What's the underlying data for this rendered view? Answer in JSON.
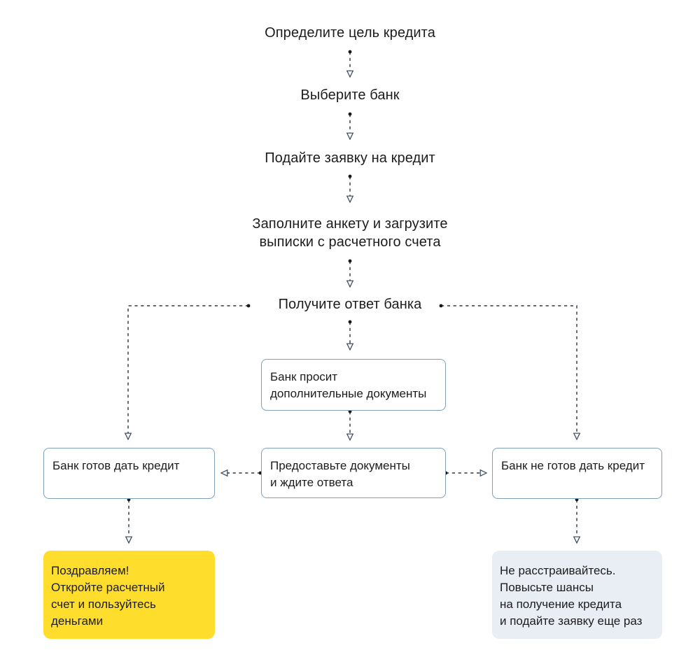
{
  "flow": {
    "steps": [
      {
        "label": "Определите цель кредита"
      },
      {
        "label": "Выберите банк"
      },
      {
        "label": "Подайте заявку на кредит"
      },
      {
        "label": "Заполните анкету и загрузите\nвыписки с расчетного счета"
      },
      {
        "label": "Получите ответ банка"
      }
    ],
    "boxes": {
      "docs_request": "Банк просит\nдополнительные документы",
      "approved": "Банк готов дать кредит",
      "provide_docs": "Предоставьте документы\nи ждите ответа",
      "rejected": "Банк не готов дать кредит",
      "success": "Поздравляем!\nОткройте расчетный\nсчет и пользуйтесь\nденьгами",
      "retry": "Не расстраивайтесь.\nПовысьте шансы\nна получение кредита\nи подайте заявку еще раз"
    },
    "colors": {
      "text": "#1c1c1e",
      "box_border": "#7f9fb8",
      "success_bg": "#ffdd2d",
      "retry_bg": "#e9eef5",
      "connector": "#4d565e",
      "connector_dot": "#15191d",
      "arrowhead_fill": "#f0f6fc",
      "arrowhead_stroke": "#3e4a56"
    }
  }
}
